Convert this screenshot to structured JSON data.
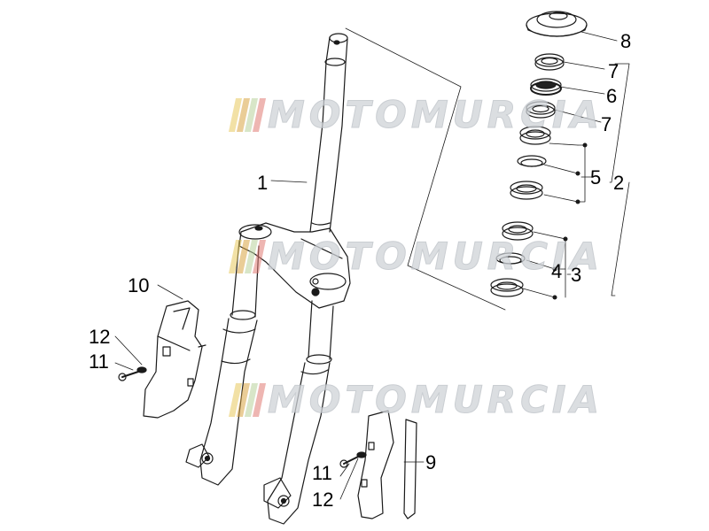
{
  "watermark": {
    "text": "MOTOMURCIA",
    "stripe_colors": [
      "#e8c95c",
      "#d9a441",
      "#b8d29a",
      "#e07a73"
    ]
  },
  "callouts": [
    {
      "id": "1",
      "label": "1"
    },
    {
      "id": "2",
      "label": "2"
    },
    {
      "id": "3",
      "label": "3"
    },
    {
      "id": "4",
      "label": "4"
    },
    {
      "id": "5",
      "label": "5"
    },
    {
      "id": "6",
      "label": "6"
    },
    {
      "id": "7a",
      "label": "7"
    },
    {
      "id": "7b",
      "label": "7"
    },
    {
      "id": "8",
      "label": "8"
    },
    {
      "id": "9",
      "label": "9"
    },
    {
      "id": "10",
      "label": "10"
    },
    {
      "id": "11a",
      "label": "11"
    },
    {
      "id": "12a",
      "label": "12"
    },
    {
      "id": "11b",
      "label": "11"
    },
    {
      "id": "12b",
      "label": "12"
    }
  ]
}
